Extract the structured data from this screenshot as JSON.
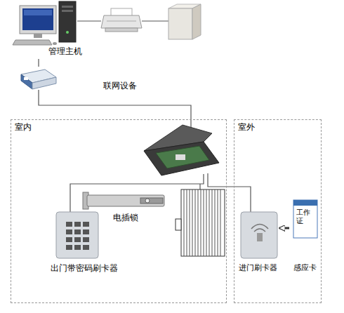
{
  "diagram": {
    "nodes": [
      {
        "text": [
          "管理主机"
        ]
      },
      {
        "text": [
          "联网设备"
        ]
      },
      {
        "text": [
          "室内"
        ]
      },
      {
        "text": [
          "电插锁"
        ],
        "in": 2
      },
      {
        "text": [
          "出门带密码刷卡器"
        ],
        "in": 2
      },
      {
        "text": [
          "室外"
        ]
      },
      {
        "text": [
          "进门刷卡器"
        ],
        "in": 5
      },
      {
        "text": [
          "工作证",
          "感应卡"
        ],
        "in": 5
      }
    ],
    "edges": [
      {
        "from": 0,
        "to": 1,
        "arrow": "none"
      },
      {
        "from": 7,
        "to": 6,
        "arrow": "to"
      }
    ]
  }
}
